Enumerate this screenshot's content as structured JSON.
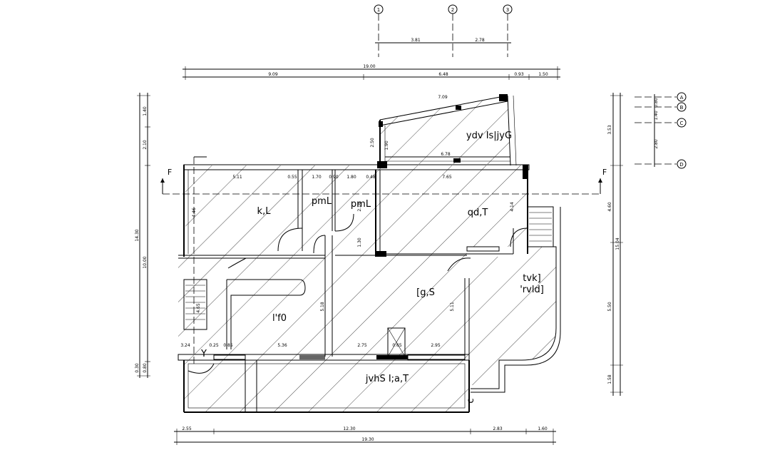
{
  "grid_top": [
    "1",
    "2",
    "3"
  ],
  "grid_right": [
    "A",
    "B",
    "C",
    "D"
  ],
  "section_mark": "F",
  "rooms": {
    "kl": "k,L",
    "pml1": "pmL",
    "pml2": "pmL",
    "qdt": "qd,T",
    "ydv": "ydv Is|jyG",
    "tvk": "tvk]",
    "rvld": "'rvld]",
    "lfo": "l'f0",
    "gs": "[g,S",
    "jvhs": "jvhS I;a,T",
    "y": "Y",
    "c": "c"
  },
  "dims": {
    "top_small_1": "3.81",
    "top_small_2": "2.78",
    "top_total": "19.00",
    "top_a": "9.09",
    "top_b": "6.48",
    "top_c": "0.93",
    "top_d": "1.50",
    "bot_a": "2.55",
    "bot_b": "12.30",
    "bot_c": "2.83",
    "bot_d": "1.60",
    "bot_total": "19.30",
    "left_a": "1.40",
    "left_b": "2.10",
    "left_total": "14.30",
    "left_c": "10.00",
    "left_d": "0.80",
    "left_e": "0.30",
    "right_a": "0.80",
    "right_b": "1.40",
    "right_c": "3.53",
    "right_d": "2.80",
    "right_e": "4.60",
    "right_total": "15.04",
    "right_f": "5.50",
    "right_g": "1.58",
    "i_511": "5.11",
    "i_055": "0.55",
    "i_170": "1.70",
    "i_090": "0.90",
    "i_180": "1.80",
    "i_048": "0.48",
    "i_765": "7.65",
    "i_678": "6.78",
    "i_709": "7.09",
    "i_250": "2.50",
    "i_190": "1.90",
    "i_446": "4.46",
    "i_414": "4.14",
    "i_216": "2.16",
    "i_130": "1.30",
    "i_465": "4.65",
    "i_518": "5.18",
    "i_511b": "5.11",
    "i_324": "3.24",
    "i_085": "0.85",
    "i_536": "5.36",
    "i_275": "2.75",
    "i_065": "0.65",
    "i_295": "2.95",
    "i_025": "0.25"
  }
}
